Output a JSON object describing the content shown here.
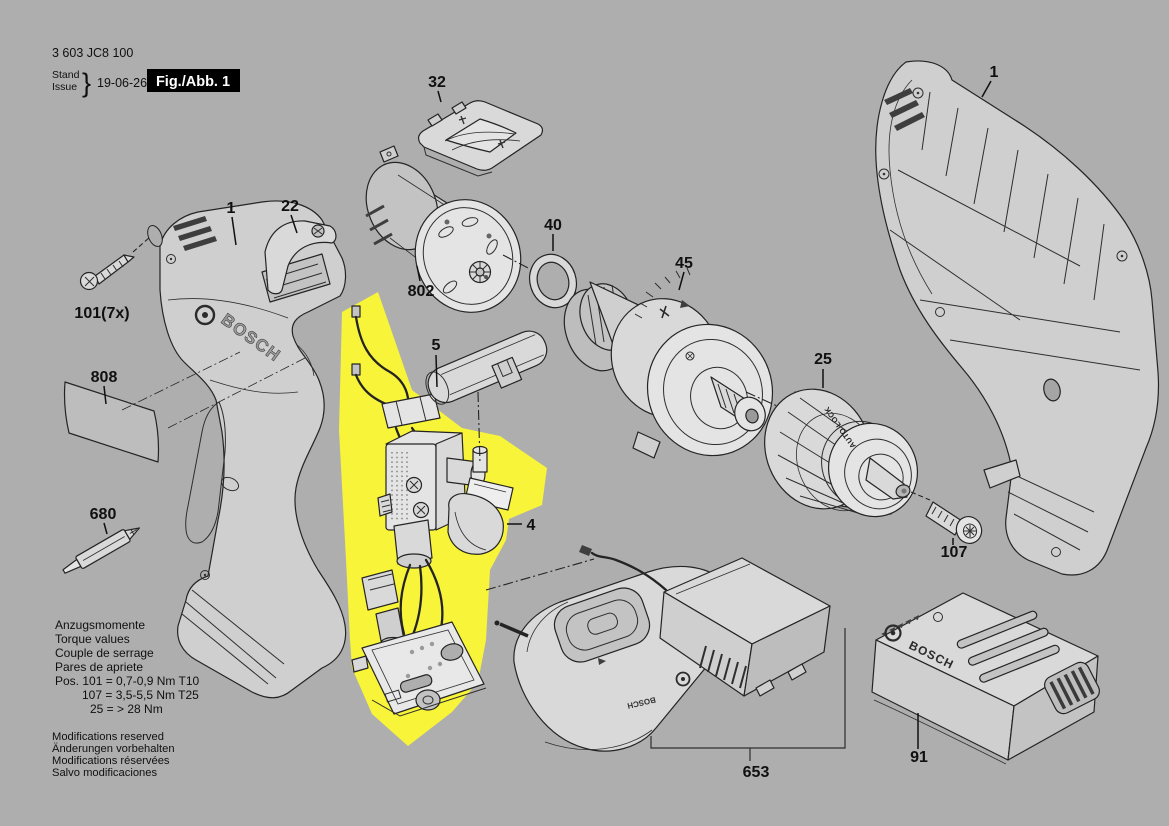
{
  "header": {
    "part_number": "3 603 JC8 100",
    "stand_label": "Stand",
    "issue_label": "Issue",
    "brace": "}",
    "date": "19-06-26",
    "figure_label": "Fig./Abb. 1"
  },
  "torque": {
    "lines": [
      "Anzugsmomente",
      "Torque values",
      "Couple de serrage",
      "Pares de apriete",
      "Pos. 101 = 0,7-0,9 Nm T10",
      "107 = 3,5-5,5 Nm T25",
      "25 = > 28 Nm"
    ]
  },
  "notes": {
    "lines": [
      "Modifications reserved",
      "Änderungen vorbehalten",
      "Modifications réservées",
      "Salvo modificaciones"
    ]
  },
  "labels": {
    "housing_left": "1",
    "belt_clip": "22",
    "housing_screws": "101(7x)",
    "sticker": "808",
    "screwdriver_bit": "680",
    "motor": "802",
    "mode_slide": "32",
    "o_ring": "40",
    "gearbox": "45",
    "chuck": "25",
    "housing_right": "1",
    "chuck_screw": "107",
    "switch_assembly": "4",
    "pushbutton": "5",
    "charger_set": "653",
    "battery": "91"
  },
  "markings": {
    "housing_logo": "BOSCH",
    "battery_logo": "BOSCH",
    "charger_logo": "BOSCH",
    "chuck_marking": "AUTO LOCK"
  },
  "colors": {
    "background": "#aeaeae",
    "highlight_yellow": "#f8f43a",
    "line_ink": "#1d1d1d",
    "figure_badge_bg": "#000000",
    "figure_badge_text": "#ffffff"
  }
}
